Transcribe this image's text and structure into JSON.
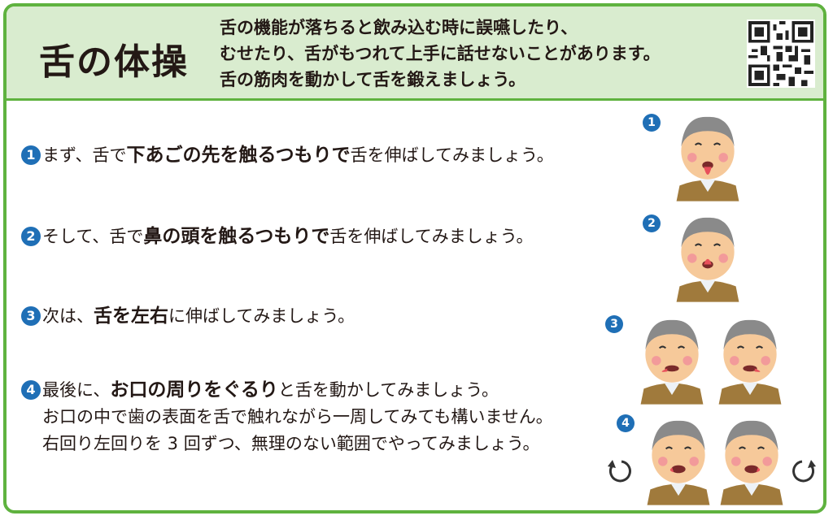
{
  "header": {
    "title": "舌の体操",
    "intro_lines": [
      "舌の機能が落ちると飲み込む時に誤嚥したり、",
      "むせたり、舌がもつれて上手に話せないことがあります。",
      "舌の筋肉を動かして舌を鍛えましょう。"
    ]
  },
  "steps": [
    {
      "num": "1",
      "pre": "まず、舌で",
      "bold": "下あごの先を触るつもりで",
      "post": "舌を伸ばしてみましょう。"
    },
    {
      "num": "2",
      "pre": "そして、舌で",
      "bold": "鼻の頭を触るつもりで",
      "post": "舌を伸ばしてみましょう。"
    },
    {
      "num": "3",
      "pre": "次は、",
      "bold": "舌を左右",
      "post": "に伸ばしてみましょう。"
    },
    {
      "num": "4",
      "pre": "最後に、",
      "bold": "お口の周りをぐるり",
      "post": "と舌を動かしてみましょう。",
      "extra": [
        "お口の中で歯の表面を舌で触れながら一周してみても構いません。",
        "右回り左回りを 3 回ずつ、無理のない範囲でやってみましょう。"
      ]
    }
  ],
  "colors": {
    "border": "#5fb23f",
    "header_bg": "#d9eccf",
    "badge": "#1f6fb6"
  },
  "icons": {
    "qr": "qr-code-icon",
    "ccw": "counterclockwise-arrow-icon",
    "cw": "clockwise-arrow-icon"
  }
}
